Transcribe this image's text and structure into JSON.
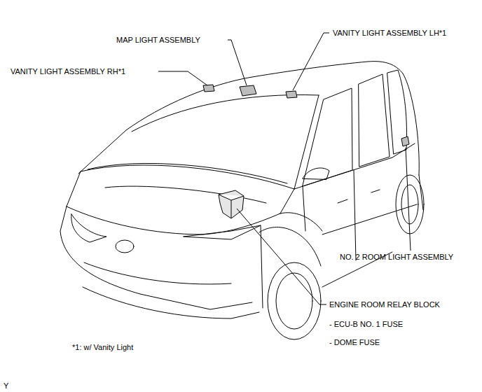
{
  "diagram": {
    "labels": [
      "MAP LIGHT ASSEMBLY",
      "VANITY LIGHT ASSEMBLY LH*1",
      "VANITY LIGHT ASSEMBLY RH*1",
      "NO. 2 ROOM LIGHT ASSEMBLY",
      "ENGINE ROOM RELAY BLOCK",
      "- ECU-B NO. 1 FUSE",
      "- DOME FUSE",
      "*1: w/ Vanity Light",
      "Y"
    ]
  }
}
